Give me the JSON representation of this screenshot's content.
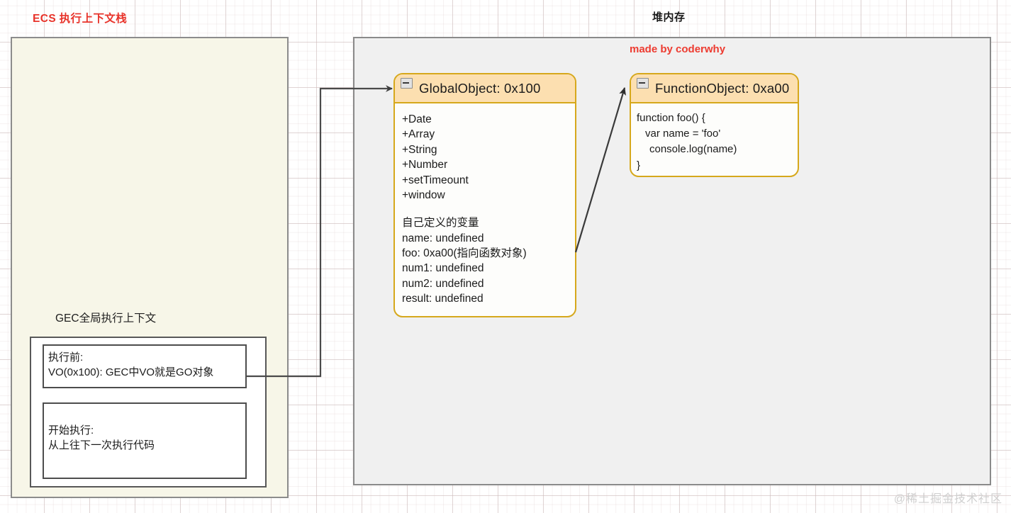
{
  "titles": {
    "stack": "ECS 执行上下文栈",
    "heap": "堆内存",
    "credit": "made by coderwhy",
    "watermark": "@稀土掘金技术社区"
  },
  "colors": {
    "title_red": "#e8332a",
    "credit_red": "#ed3b30",
    "stack_panel_bg": "#f7f6e8",
    "heap_panel_bg": "#f0f0f0",
    "uml_border": "#d6a81c",
    "uml_header_bg": "#fcdfb0",
    "watermark_gray": "#cfcfcf"
  },
  "stack": {
    "context_label": "GEC全局执行上下文",
    "boxes": [
      {
        "name": "before-execution",
        "lines": [
          "执行前:",
          "VO(0x100): GEC中VO就是GO对象"
        ]
      },
      {
        "name": "start-execution",
        "lines": [
          "开始执行:",
          "从上往下一次执行代码"
        ]
      }
    ]
  },
  "heap": {
    "global_object": {
      "title": "GlobalObject: 0x100",
      "collapse_icon": "minus-icon",
      "builtins": [
        "+Date",
        "+Array",
        "+String",
        "+Number",
        "+setTimeount",
        "+window"
      ],
      "custom_heading": "自己定义的变量",
      "custom_vars": [
        "name: undefined",
        "foo: 0xa00(指向函数对象)",
        "num1: undefined",
        "num2: undefined",
        "result: undefined"
      ]
    },
    "function_object": {
      "title": "FunctionObject: 0xa00",
      "collapse_icon": "minus-icon",
      "code": [
        "function foo() {",
        "var name = 'foo'",
        "console.log(name)",
        "}"
      ]
    }
  }
}
